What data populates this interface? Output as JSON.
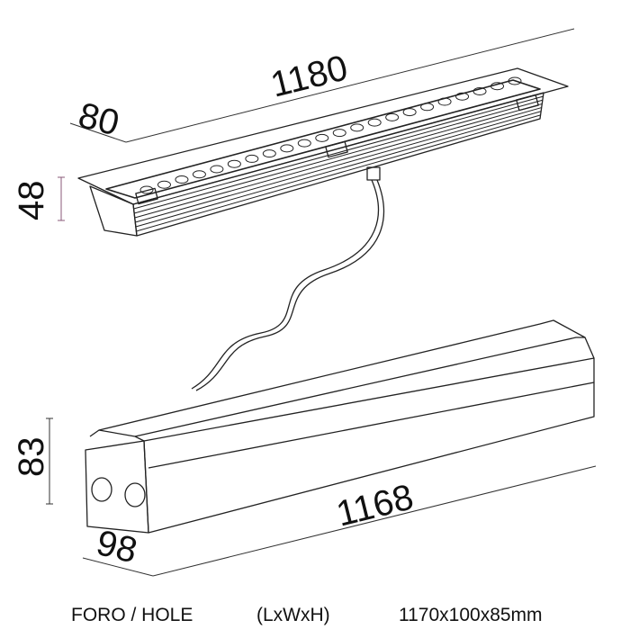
{
  "dimensions": {
    "fixture_length": "1180",
    "fixture_width": "80",
    "fixture_height": "48",
    "housing_height": "83",
    "housing_length": "1168",
    "housing_width": "98"
  },
  "caption": {
    "label": "FORO / HOLE",
    "format": "(LxWxH)",
    "value": "1170x100x85mm"
  },
  "colors": {
    "line": "#222222",
    "accent": "#8a5a7a"
  }
}
